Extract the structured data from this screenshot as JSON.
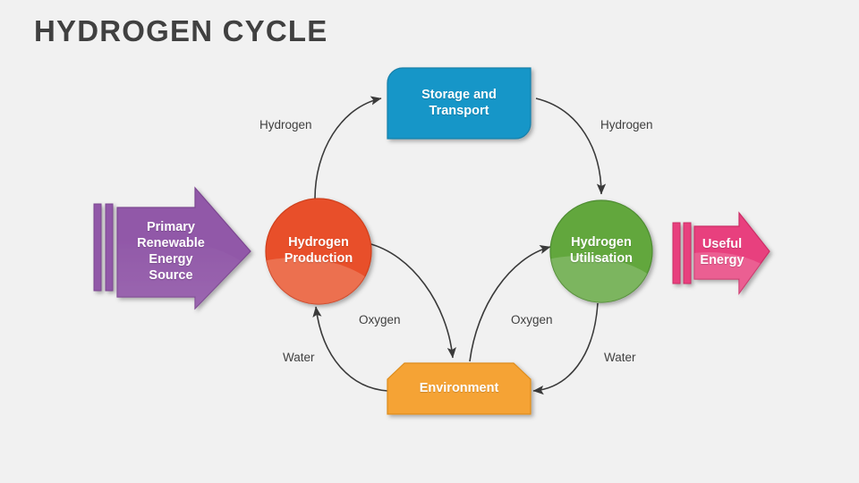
{
  "slide": {
    "title": "HYDROGEN CYCLE",
    "background_color": "#f1f1f1",
    "title_color": "#404040"
  },
  "nodes": {
    "primary_source": {
      "label": "Primary\nRenewable Energy\nSource",
      "line1": "Primary",
      "line2": "Renewable Energy",
      "line3": "Source",
      "shape": "right-arrow-with-bars",
      "color": "#9158a8",
      "fill_light": "#a472bb"
    },
    "hydrogen_production": {
      "label": "Hydrogen\nProduction",
      "line1": "Hydrogen",
      "line2": "Production",
      "shape": "circle",
      "color": "#e8502a",
      "fill_light": "#f0714f"
    },
    "storage_transport": {
      "label": "Storage and\nTransport",
      "line1": "Storage and",
      "line2": "Transport",
      "shape": "diagonal-rounded-rect",
      "color": "#1896c8"
    },
    "hydrogen_utilisation": {
      "label": "Hydrogen\nUtilisation",
      "line1": "Hydrogen",
      "line2": "Utilisation",
      "shape": "circle",
      "color": "#62a73e",
      "fill_light": "#76b456"
    },
    "environment": {
      "label": "Environment",
      "line1": "Environment",
      "shape": "top-chamfered-rect",
      "color": "#f5a334"
    },
    "useful_energy": {
      "label": "Useful\nEnergy",
      "line1": "Useful",
      "line2": "Energy",
      "shape": "right-arrow-with-bars",
      "color": "#e8417e",
      "fill_light": "#ee5d94"
    }
  },
  "connectors": [
    {
      "id": "hydrogen-left",
      "label": "Hydrogen",
      "from": "hydrogen_production",
      "to": "storage_transport"
    },
    {
      "id": "hydrogen-right",
      "label": "Hydrogen",
      "from": "storage_transport",
      "to": "hydrogen_utilisation"
    },
    {
      "id": "oxygen-left",
      "label": "Oxygen",
      "from": "hydrogen_production",
      "to": "environment"
    },
    {
      "id": "oxygen-right",
      "label": "Oxygen",
      "from": "environment",
      "to": "hydrogen_utilisation"
    },
    {
      "id": "water-left",
      "label": "Water",
      "from": "environment",
      "to": "hydrogen_production"
    },
    {
      "id": "water-right",
      "label": "Water",
      "from": "hydrogen_utilisation",
      "to": "environment"
    }
  ],
  "connector_labels": {
    "hydrogen_left": "Hydrogen",
    "hydrogen_right": "Hydrogen",
    "oxygen_left": "Oxygen",
    "oxygen_right": "Oxygen",
    "water_left": "Water",
    "water_right": "Water"
  }
}
